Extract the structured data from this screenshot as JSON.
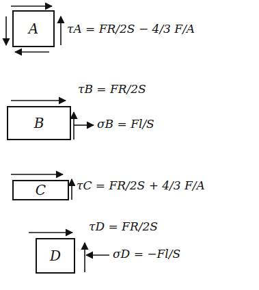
{
  "diagram": {
    "nodes": [
      {
        "text": [
          "A"
        ]
      },
      {
        "text": [
          "B"
        ]
      },
      {
        "text": [
          "C"
        ]
      },
      {
        "text": [
          "D"
        ]
      }
    ],
    "labels": [
      "τA = FR/2S − 4/3 F/A",
      "τB = FR/2S",
      "σB = Fl/S",
      "τC = FR/2S + 4/3 F/A",
      "τD = FR/2S",
      "σD = −Fl/S"
    ]
  }
}
